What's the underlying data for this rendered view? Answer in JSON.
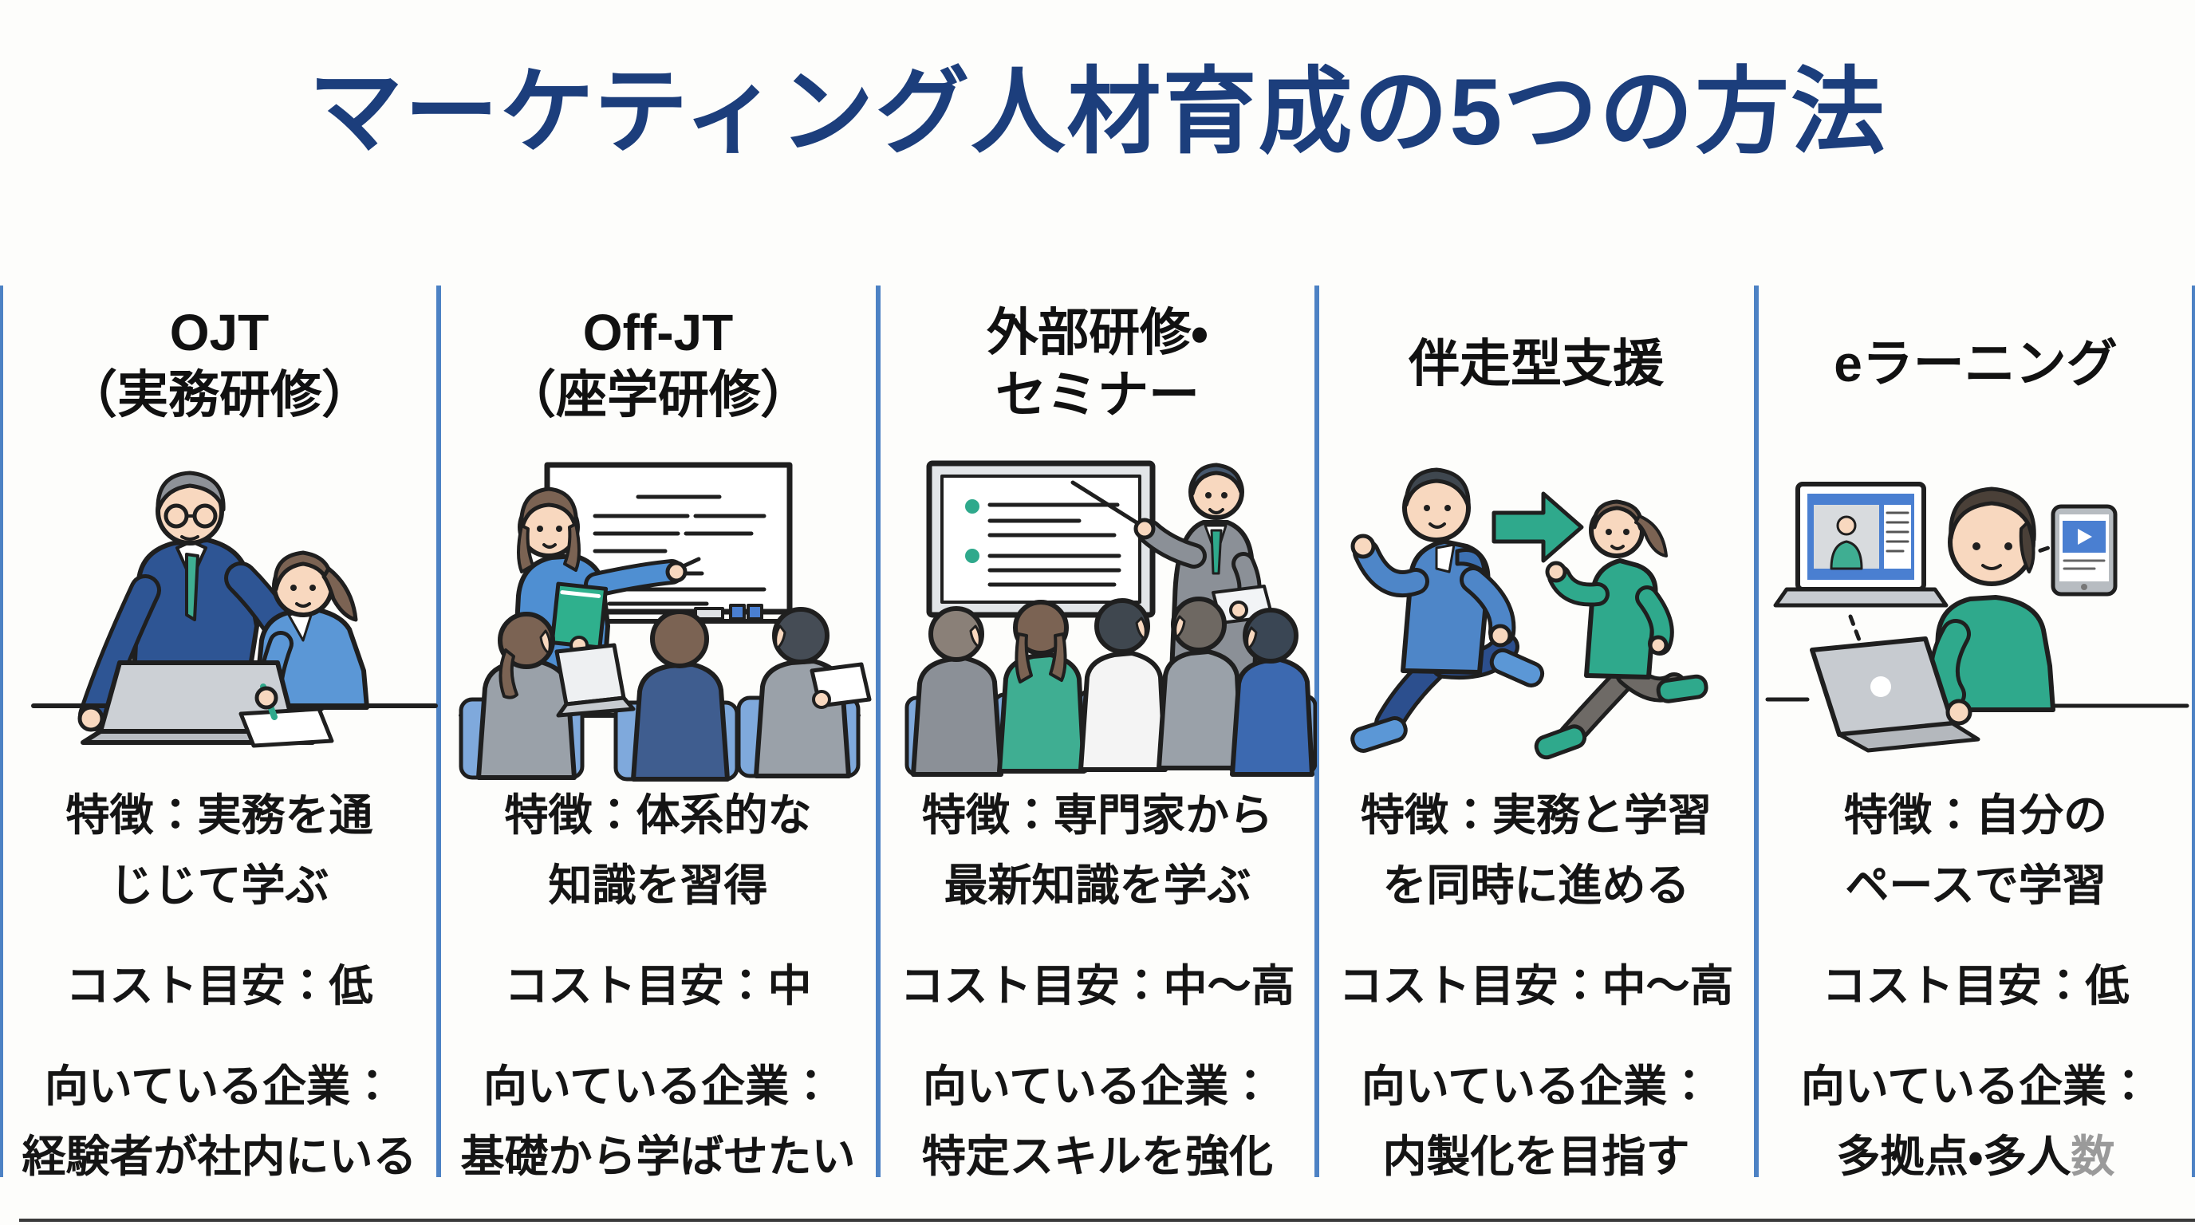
{
  "page": {
    "title": "マーケティング人材育成の5つの方法",
    "palette": {
      "title_navy": "#1c3e7c",
      "divider_blue": "#4d82c4",
      "accent_teal": "#2fa98c",
      "accent_blue": "#4e86c8"
    }
  },
  "columns": [
    {
      "id": "ojt",
      "title": "OJT\n（実務研修）",
      "illustration": "mentor-and-trainee-at-laptop",
      "feature": "特徴：実務を通\nじじて学ぶ",
      "cost": "コスト目安：低",
      "suited": "向いている企業：\n経験者が社内にいる"
    },
    {
      "id": "off-jt",
      "title": "Off-JT\n（座学研修）",
      "illustration": "classroom-lecture-with-whiteboard",
      "feature": "特徴：体系的な\n知識を習得",
      "cost": "コスト目安：中",
      "suited": "向いている企業：\n基礎から学ばせたい"
    },
    {
      "id": "external-seminar",
      "title": "外部研修・\nセミナー",
      "illustration": "seminar-presenter-with-audience",
      "feature": "特徴：専門家から\n最新知識を学ぶ",
      "cost": "コスト目安：中～高",
      "suited": "向いている企業：\n特定スキルを強化"
    },
    {
      "id": "accompaniment-support",
      "title": "伴走型支援",
      "illustration": "two-runners-with-arrow",
      "feature": "特徴：実務と学習\nを同時に進める",
      "cost": "コスト目安：中～高",
      "suited": "向いている企業：\n内製化を目指す"
    },
    {
      "id": "e-learning",
      "title": "eラーニング",
      "illustration": "online-learning-devices",
      "feature": "特徴：自分の\nペースで学習",
      "cost": "コスト目安：低",
      "suited": "向いている企業：\n多拠点・多人",
      "suited_suffix": "数"
    }
  ]
}
